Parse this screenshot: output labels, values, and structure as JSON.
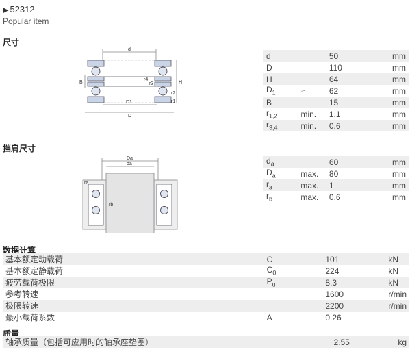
{
  "header": {
    "arrow": "▶",
    "title": "52312",
    "subtitle": "Popular item"
  },
  "sections": {
    "dimensions": "尺寸",
    "abutment": "挡肩尺寸",
    "calc": "数据计算",
    "mass": "质量"
  },
  "dimensions": [
    {
      "sym": "d",
      "sub": "",
      "qual": "",
      "val": "50",
      "unit": "mm"
    },
    {
      "sym": "D",
      "sub": "",
      "qual": "",
      "val": "110",
      "unit": "mm"
    },
    {
      "sym": "H",
      "sub": "",
      "qual": "",
      "val": "64",
      "unit": "mm"
    },
    {
      "sym": "D",
      "sub": "1",
      "qual": "≈",
      "val": "62",
      "unit": "mm"
    },
    {
      "sym": "B",
      "sub": "",
      "qual": "",
      "val": "15",
      "unit": "mm"
    },
    {
      "sym": "r",
      "sub": "1,2",
      "qual": "min.",
      "val": "1.1",
      "unit": "mm"
    },
    {
      "sym": "r",
      "sub": "3,4",
      "qual": "min.",
      "val": "0.6",
      "unit": "mm"
    }
  ],
  "abutment": [
    {
      "sym": "d",
      "sub": "a",
      "qual": "",
      "val": "60",
      "unit": "mm"
    },
    {
      "sym": "D",
      "sub": "a",
      "qual": "max.",
      "val": "80",
      "unit": "mm"
    },
    {
      "sym": "r",
      "sub": "a",
      "qual": "max.",
      "val": "1",
      "unit": "mm"
    },
    {
      "sym": "r",
      "sub": "b",
      "qual": "max.",
      "val": "0.6",
      "unit": "mm"
    }
  ],
  "calc": [
    {
      "name": "基本额定动载荷",
      "sym": "C",
      "sub": "",
      "val": "101",
      "unit": "kN"
    },
    {
      "name": "基本额定静载荷",
      "sym": "C",
      "sub": "0",
      "val": "224",
      "unit": "kN"
    },
    {
      "name": "疲劳载荷极限",
      "sym": "P",
      "sub": "u",
      "val": "8.3",
      "unit": "kN"
    },
    {
      "name": "参考转速",
      "sym": "",
      "sub": "",
      "val": "1600",
      "unit": "r/min"
    },
    {
      "name": "极限转速",
      "sym": "",
      "sub": "",
      "val": "2200",
      "unit": "r/min"
    },
    {
      "name": "最小载荷系数",
      "sym": "A",
      "sub": "",
      "val": "0.26",
      "unit": ""
    }
  ],
  "mass": [
    {
      "name": "轴承质量（包括可应用时的轴承座垫圈）",
      "sym": "",
      "sub": "",
      "val": "2.55",
      "unit": "kg"
    }
  ],
  "diagram1_labels": {
    "d": "d",
    "B": "B",
    "H": "H",
    "D1": "D1",
    "D": "D",
    "r1": "r1",
    "r2": "r2",
    "r3": "r3",
    "r4": "r4"
  },
  "diagram2_labels": {
    "Da": "Da",
    "da": "da",
    "ra": "ra",
    "rb": "rb"
  }
}
